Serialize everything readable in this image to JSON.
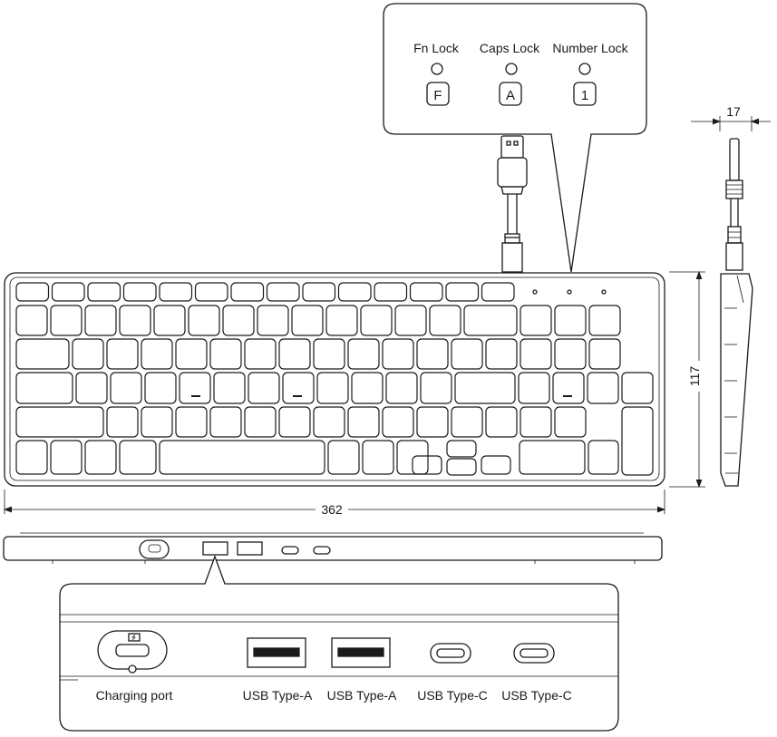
{
  "indicators": {
    "fn_lock": "Fn Lock",
    "caps_lock": "Caps Lock",
    "number_lock": "Number Lock",
    "fn_key": "F",
    "caps_key": "A",
    "num_key": "1"
  },
  "dimensions": {
    "width": "362",
    "height": "117",
    "depth": "17"
  },
  "ports": {
    "charging": "Charging port",
    "usb_a_1": "USB Type-A",
    "usb_a_2": "USB Type-A",
    "usb_c_1": "USB Type-C",
    "usb_c_2": "USB Type-C"
  },
  "colors": {
    "line": "#1a1a1a",
    "background": "#ffffff"
  }
}
